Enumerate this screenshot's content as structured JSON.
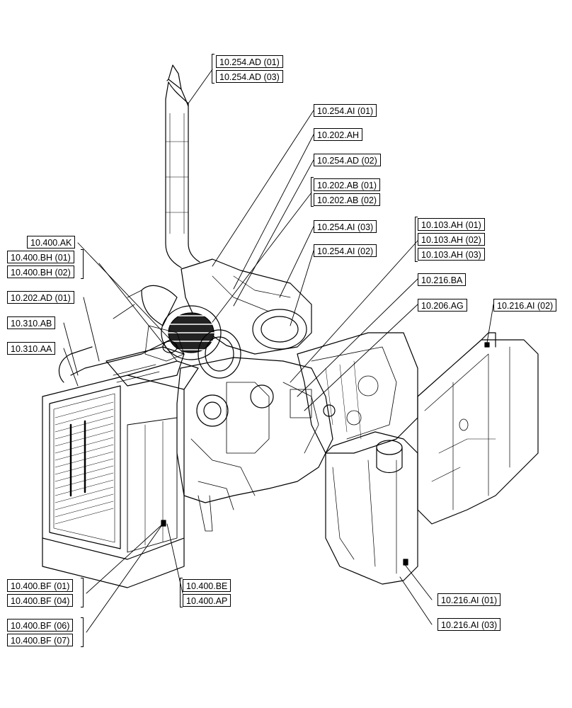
{
  "labels": [
    "10.254.AD (01)",
    "10.254.AD (03)",
    "10.254.AI (01)",
    "10.202.AH",
    "10.254.AD (02)",
    "10.202.AB (01)",
    "10.202.AB (02)",
    "10.254.AI (03)",
    "10.254.AI (02)",
    "10.103.AH (01)",
    "10.103.AH (02)",
    "10.103.AH (03)",
    "10.216.BA",
    "10.206.AG",
    "10.216.AI (02)",
    "10.400.AK",
    "10.400.BH (01)",
    "10.400.BH (02)",
    "10.202.AD (01)",
    "10.310.AB",
    "10.310.AA",
    "10.400.BF (01)",
    "10.400.BF (04)",
    "10.400.BE",
    "10.400.AP",
    "10.400.BF (06)",
    "10.400.BF (07)",
    "10.216.AI (01)",
    "10.216.AI (03)"
  ]
}
